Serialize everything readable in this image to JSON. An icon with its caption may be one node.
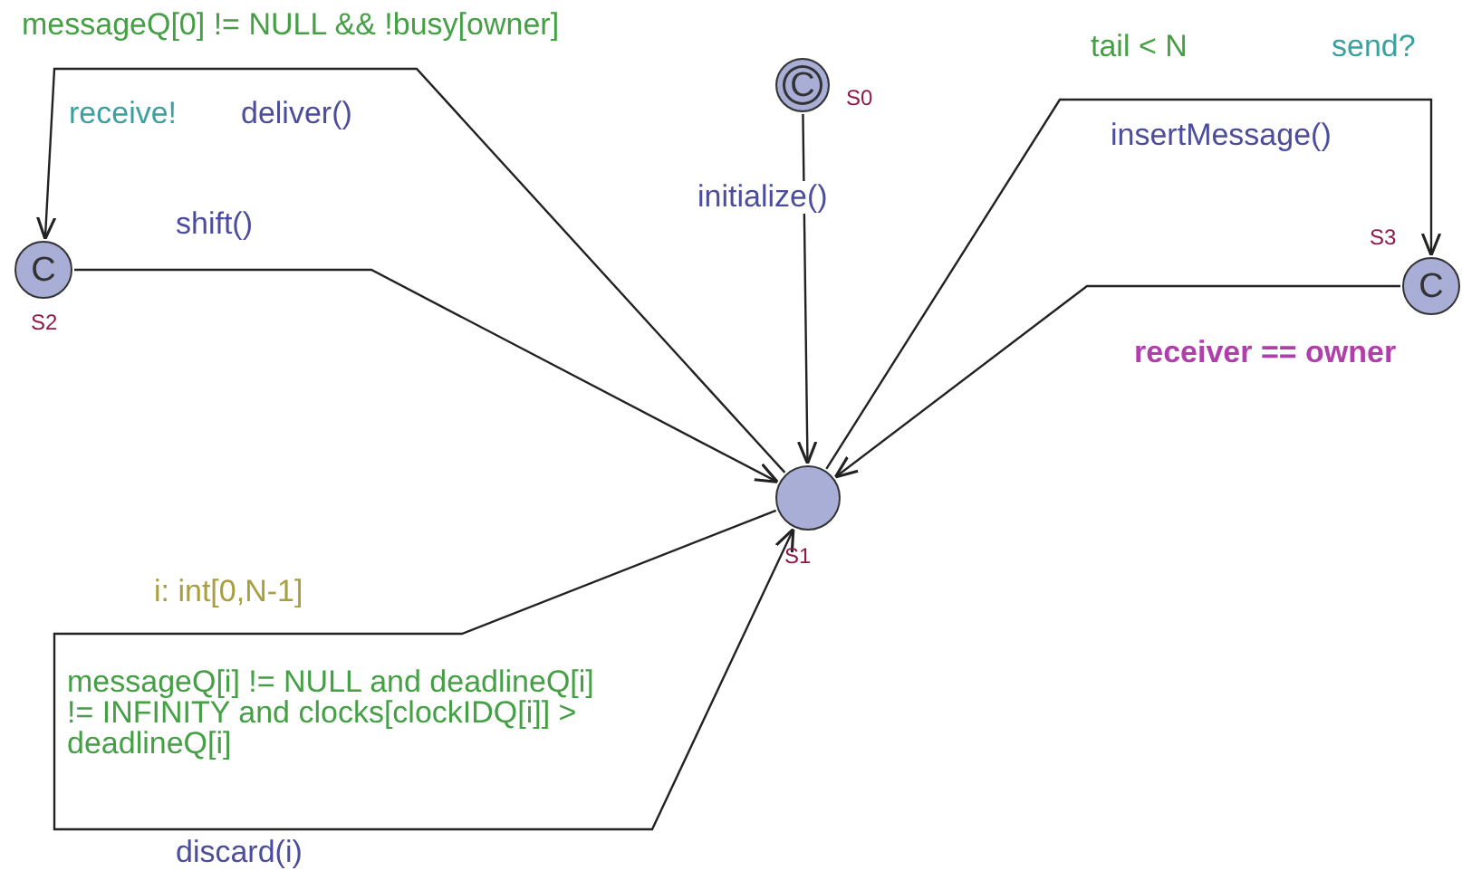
{
  "diagram": {
    "nodes": [
      {
        "text": [
          "C"
        ],
        "beside": [
          "S0"
        ]
      },
      {
        "text": [],
        "shape": "circle",
        "beside": [
          "S1"
        ]
      },
      {
        "text": [
          "C"
        ],
        "beside": [
          "S2"
        ]
      },
      {
        "text": [
          "C"
        ],
        "beside": [
          "S3",
          "receiver == owner"
        ]
      }
    ],
    "edges": [
      {
        "from": 1,
        "to": 2,
        "arrow": "to",
        "label": "deliver()"
      },
      {
        "from": 2,
        "to": 1,
        "arrow": "to",
        "label": "shift()"
      },
      {
        "from": 0,
        "to": 1,
        "arrow": "to",
        "label": "initialize()"
      },
      {
        "from": 1,
        "to": 3,
        "arrow": "to",
        "label": "insertMessage()"
      },
      {
        "from": 3,
        "to": 1,
        "arrow": "to"
      },
      {
        "from": 1,
        "to": 1,
        "arrow": "to",
        "label": "discard(i)"
      }
    ],
    "labels": [
      "messageQ[0] != NULL && !busy[owner]",
      "tail < N",
      "send?",
      "receive!",
      "i: int[0,N-1]",
      "messageQ[i] != NULL and deadlineQ[i] != INFINITY and clocks[clockIDQ[i]] > deadlineQ[i]"
    ]
  }
}
